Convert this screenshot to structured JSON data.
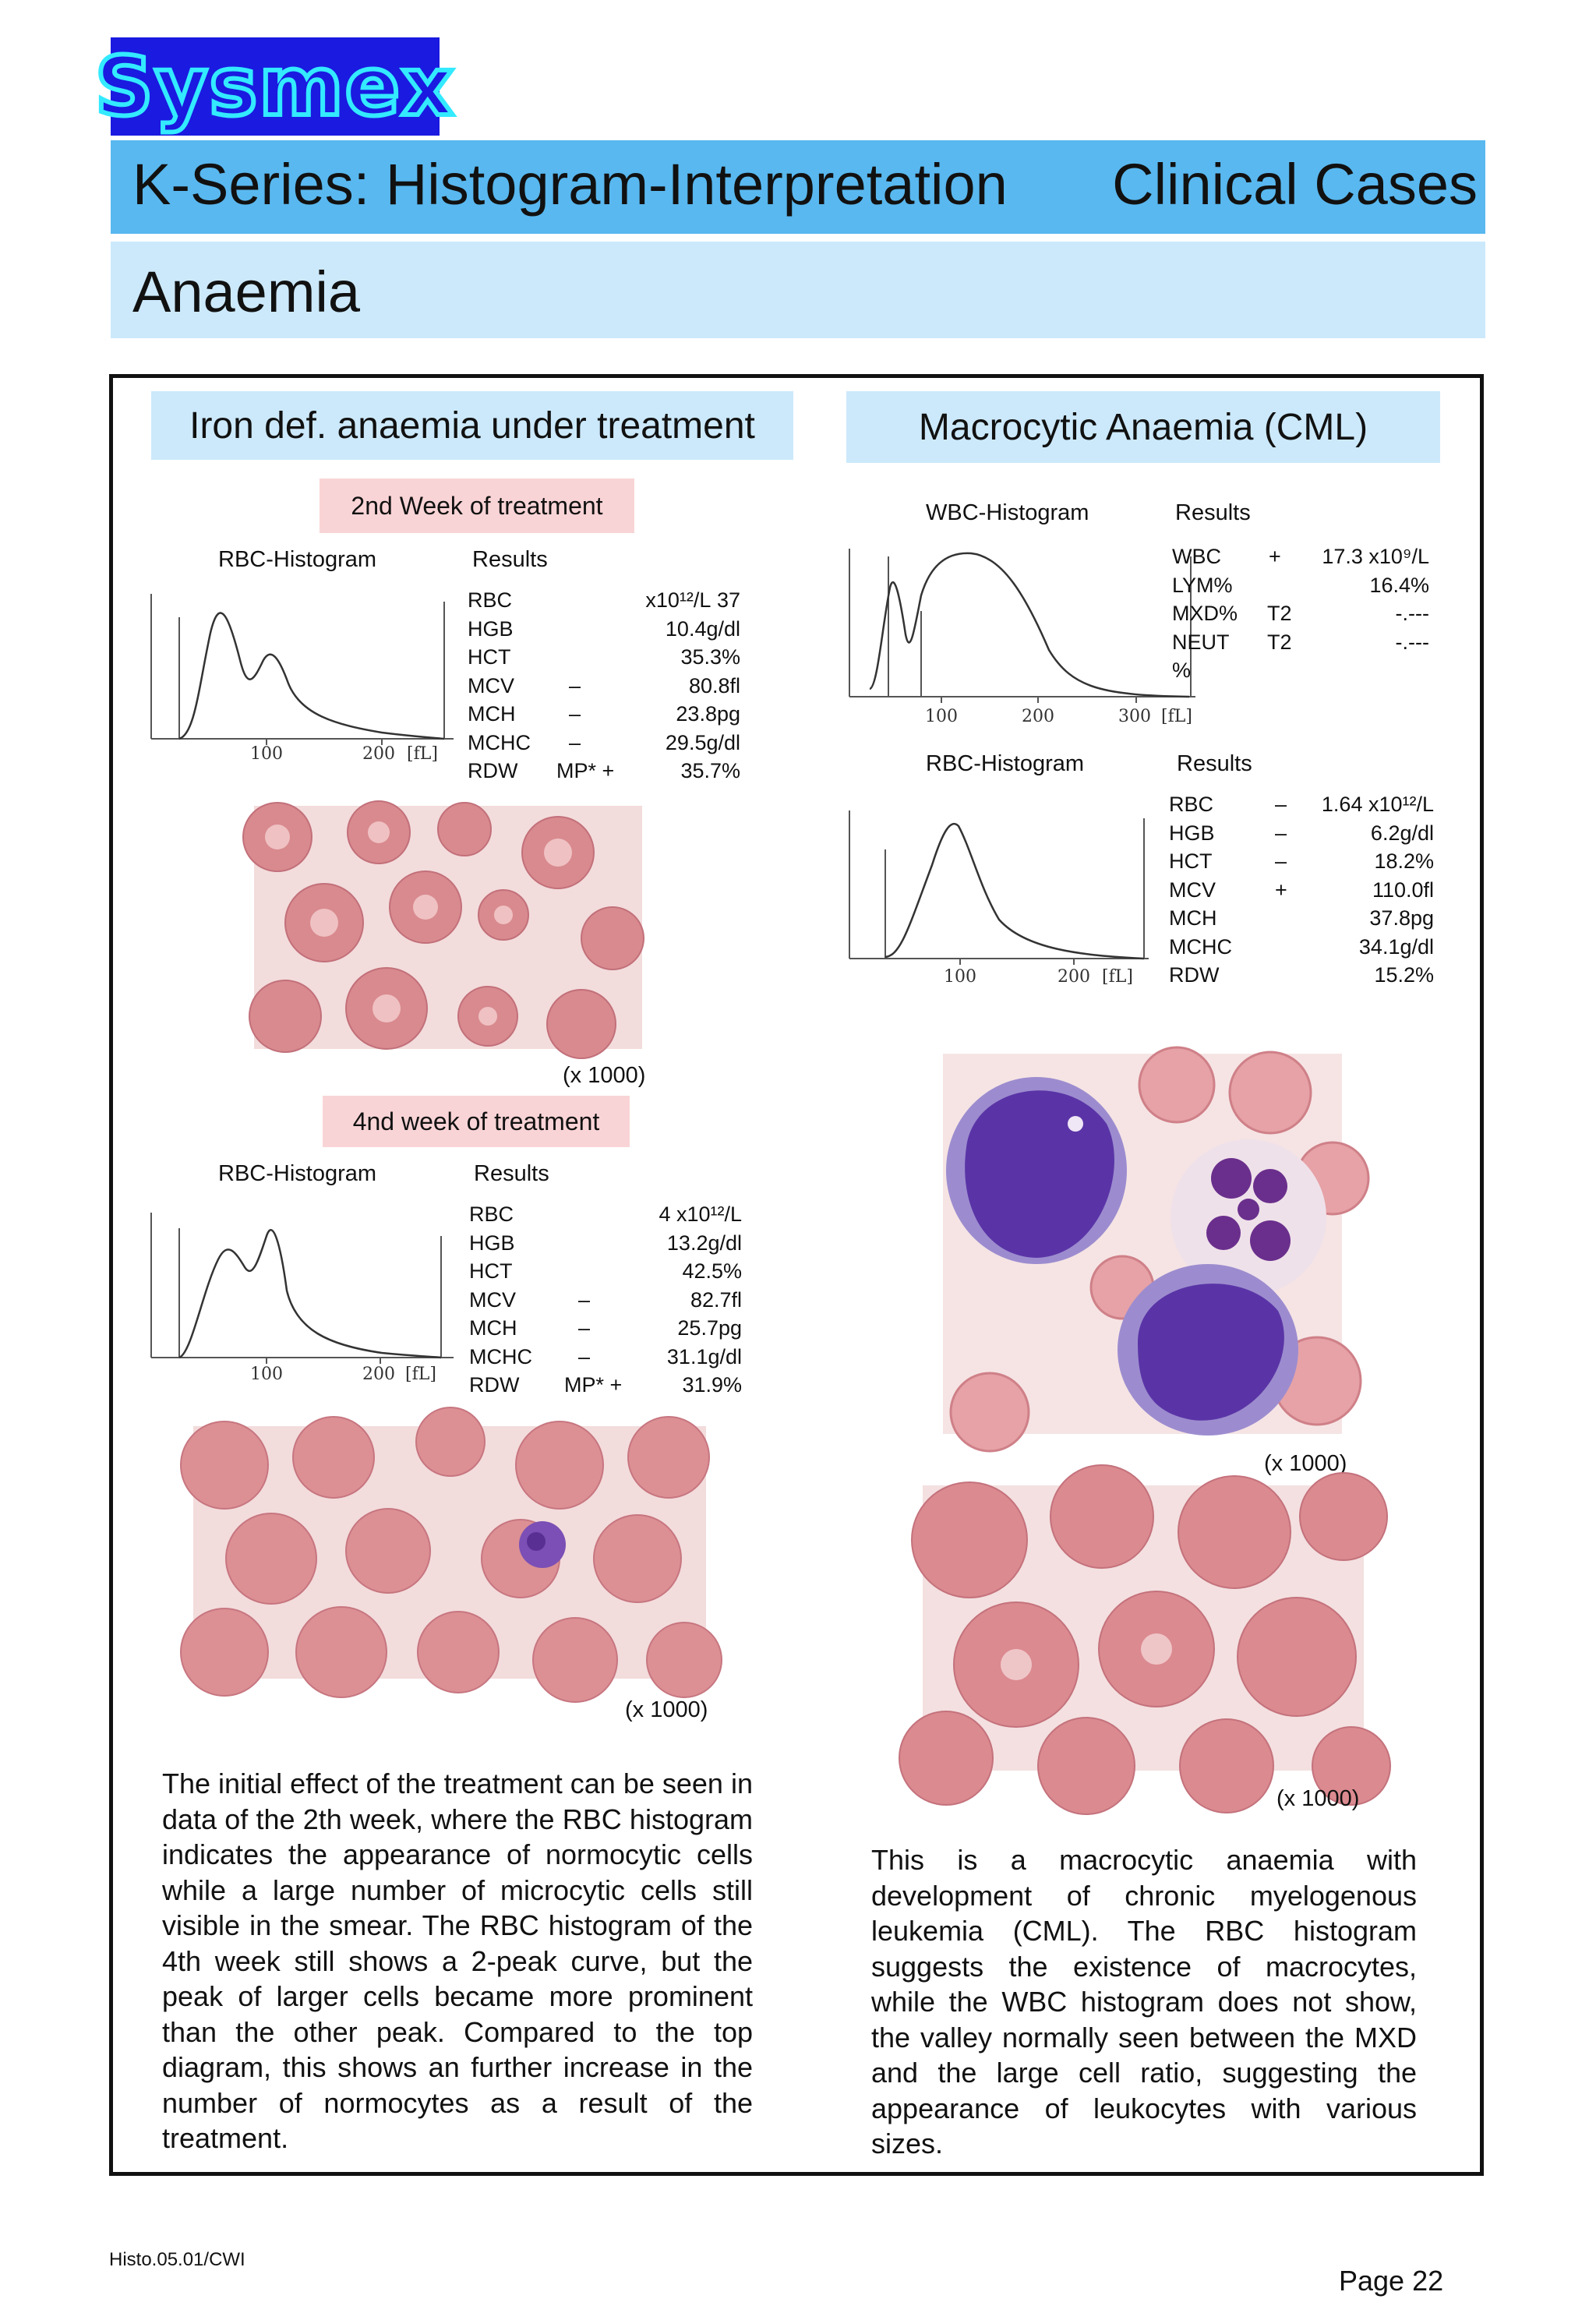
{
  "logo": {
    "text": "Sysmex"
  },
  "header": {
    "title": "K-Series: Histogram-Interpretation",
    "section": "Clinical Cases",
    "subtitle": "Anaemia"
  },
  "left": {
    "heading": "Iron def. anaemia under  treatment",
    "week2": {
      "label": "2nd Week of treatment",
      "histogram_label": "RBC-Histogram",
      "results_label": "Results",
      "axis": {
        "ticks": [
          "100",
          "200"
        ],
        "unit": "[fL]"
      },
      "rows": [
        {
          "name": "RBC",
          "flag": "",
          "value": "37 x10¹²/L"
        },
        {
          "name": "HGB",
          "flag": "",
          "value": "10.4g/dl"
        },
        {
          "name": "HCT",
          "flag": "",
          "value": "35.3%"
        },
        {
          "name": "MCV",
          "flag": "–",
          "value": "80.8fl"
        },
        {
          "name": "MCH",
          "flag": "–",
          "value": "23.8pg"
        },
        {
          "name": "MCHC",
          "flag": "–",
          "value": "29.5g/dl"
        },
        {
          "name": "RDW",
          "flag": "MP* +",
          "value": "35.7%"
        }
      ],
      "magnification": "(x 1000)"
    },
    "week4": {
      "label": "4nd week of treatment",
      "histogram_label": "RBC-Histogram",
      "results_label": "Results",
      "axis": {
        "ticks": [
          "100",
          "200"
        ],
        "unit": "[fL]"
      },
      "rows": [
        {
          "name": "RBC",
          "flag": "",
          "value": "4 x10¹²/L"
        },
        {
          "name": "HGB",
          "flag": "",
          "value": "13.2g/dl"
        },
        {
          "name": "HCT",
          "flag": "",
          "value": "42.5%"
        },
        {
          "name": "MCV",
          "flag": "–",
          "value": "82.7fl"
        },
        {
          "name": "MCH",
          "flag": "–",
          "value": "25.7pg"
        },
        {
          "name": "MCHC",
          "flag": "–",
          "value": "31.1g/dl"
        },
        {
          "name": "RDW",
          "flag": "MP* +",
          "value": "31.9%"
        }
      ],
      "magnification": "(x 1000)"
    },
    "paragraph": "The initial effect of the treatment can be seen in data of the 2th week, where the RBC histogram indicates the appearance of normocytic cells while a large number of microcytic cells still visible in the smear. The RBC histogram of the 4th week still shows a 2-peak curve, but the peak of larger cells became more prominent than the other peak. Compared to the top diagram, this shows an further increase in the number of normocytes as a result of the treatment."
  },
  "right": {
    "heading": "Macrocytic Anaemia (CML)",
    "wbc": {
      "histogram_label": "WBC-Histogram",
      "results_label": "Results",
      "axis": {
        "ticks": [
          "100",
          "200",
          "300"
        ],
        "unit": "[fL]"
      },
      "rows": [
        {
          "name": "WBC",
          "flag": "+",
          "value": "17.3 x10⁹/L"
        },
        {
          "name": "LYM%",
          "flag": "",
          "value": "16.4%"
        },
        {
          "name": "MXD%",
          "flag": "T2",
          "value": "-.---"
        },
        {
          "name": "NEUT",
          "flag": "T2",
          "value": "-.---"
        },
        {
          "name": "%",
          "flag": "",
          "value": ""
        }
      ]
    },
    "rbc": {
      "histogram_label": "RBC-Histogram",
      "results_label": "Results",
      "axis": {
        "ticks": [
          "100",
          "200"
        ],
        "unit": "[fL]"
      },
      "rows": [
        {
          "name": "RBC",
          "flag": "–",
          "value": "1.64 x10¹²/L"
        },
        {
          "name": "HGB",
          "flag": "–",
          "value": "6.2g/dl"
        },
        {
          "name": "HCT",
          "flag": "–",
          "value": "18.2%"
        },
        {
          "name": "MCV",
          "flag": "+",
          "value": "110.0fl"
        },
        {
          "name": "MCH",
          "flag": "",
          "value": "37.8pg"
        },
        {
          "name": "MCHC",
          "flag": "",
          "value": "34.1g/dl"
        },
        {
          "name": "RDW",
          "flag": "",
          "value": "15.2%"
        }
      ]
    },
    "magnification_1": "(x 1000)",
    "magnification_2": "(x 1000)",
    "paragraph": "This is a macrocytic anaemia with development of chronic myelogenous leukemia (CML). The RBC histogram suggests the existence of macrocytes, while the WBC histogram does not show, the valley normally seen between the MXD and the large cell ratio, suggesting the appearance of leukocytes with various sizes."
  },
  "footer": {
    "doc_id": "Histo.05.01/CWI",
    "page": "Page 22"
  },
  "colors": {
    "logo_bg": "#1a1ae0",
    "logo_outline": "#33eaff",
    "title_band": "#59b8ef",
    "subtitle_band": "#cce9fb",
    "week_label": "#f9d4d6",
    "rbc_pink": "#d98a8e"
  }
}
